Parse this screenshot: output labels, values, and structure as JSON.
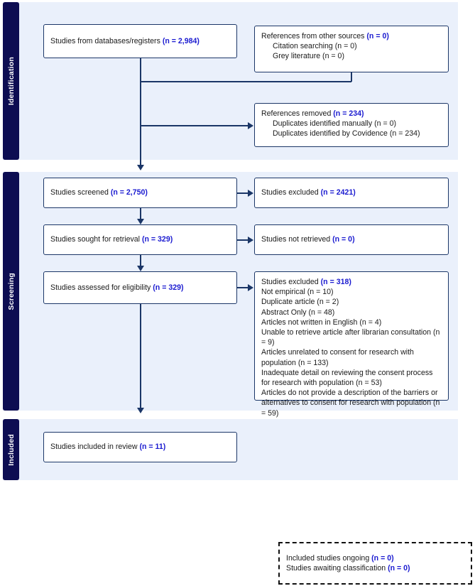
{
  "diagram": {
    "type": "prisma-flow-diagram",
    "colors": {
      "band_background": "#eaf0fb",
      "band_tab": "#0d0d52",
      "box_border": "#1b3667",
      "count_text": "#1a1ad0",
      "body_text": "#1a1a1a",
      "page_background": "#ffffff"
    }
  },
  "phases": {
    "identification": "Identification",
    "screening": "Screening",
    "included": "Included"
  },
  "boxes": {
    "databases": {
      "label": "Studies from databases/registers ",
      "count": "(n = 2,984)"
    },
    "other_sources": {
      "label": "References from other sources ",
      "count": "(n = 0)",
      "sub": [
        "Citation searching (n = 0)",
        "Grey literature (n = 0)"
      ]
    },
    "references_removed": {
      "label": "References removed ",
      "count": "(n = 234)",
      "sub": [
        "Duplicates identified manually (n = 0)",
        "Duplicates identified by Covidence (n = 234)"
      ]
    },
    "screened": {
      "label": "Studies screened ",
      "count": "(n = 2,750)"
    },
    "excluded_screened": {
      "label": "Studies excluded ",
      "count": "(n = 2421)"
    },
    "sought_retrieval": {
      "label": "Studies sought for retrieval ",
      "count": "(n = 329)"
    },
    "not_retrieved": {
      "label": "Studies not retrieved ",
      "count": "(n = 0)"
    },
    "assessed_eligibility": {
      "label": "Studies assessed for eligibility ",
      "count": "(n = 329)"
    },
    "excluded_eligibility": {
      "label": "Studies excluded ",
      "count": "(n = 318)",
      "reasons": [
        "Not empirical (n = 10)",
        "Duplicate article (n = 2)",
        "Abstract Only (n = 48)",
        "Articles not written in English (n = 4)",
        "Unable to retrieve article after librarian consultation (n = 9)",
        "Articles unrelated to consent for research with population (n = 133)",
        "Inadequate detail on reviewing the consent process for research with population (n = 53)",
        "Articles do not provide a description of the barriers or alternatives to consent for research with population (n = 59)"
      ]
    },
    "included_review": {
      "label": "Studies included in review ",
      "count": "(n = 11)"
    },
    "ongoing": {
      "line1_label": "Included studies ongoing ",
      "line1_count": "(n = 0)",
      "line2_label": "Studies awaiting classification ",
      "line2_count": "(n = 0)"
    }
  }
}
